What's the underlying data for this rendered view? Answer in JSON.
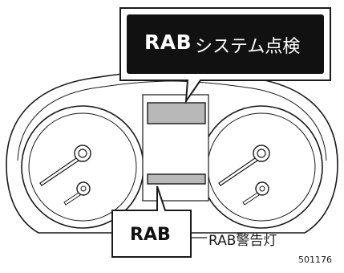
{
  "callout_top": {
    "badge": "RAB",
    "message": "システム点検"
  },
  "callout_bottom": {
    "badge": "RAB"
  },
  "warning_label": "RAB警告灯",
  "figure_number": "501176",
  "colors": {
    "ink": "#1a1a1a",
    "callout_fill": "#111111",
    "callout_text": "#ffffff",
    "display_fill": "#b8b8b8",
    "cluster_fill": "#ffffff"
  }
}
